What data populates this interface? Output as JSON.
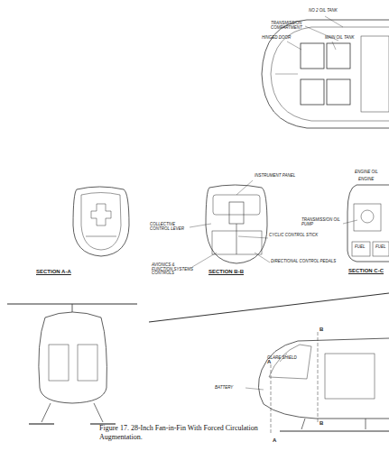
{
  "diagram": {
    "caption": "Figure 17.  28-Inch Fan-in-Fin With Forced Circulation Augmentation.",
    "labels": [
      "NO 2 OIL TANK",
      "TRANSMISSION COMPARTMENT",
      "HINGED DOOR",
      "MAIN OIL TANK",
      "ENGINE OIL",
      "ENGINE",
      "INSTRUMENT PANEL",
      "COLLECTIVE CONTROL LEVER",
      "CYCLIC CONTROL STICK",
      "AVIONICS & FUNCTION SYSTEMS CONTROLS",
      "DIRECTIONAL CONTROL PEDALS",
      "TRANSMISSION OIL PUMP",
      "FUEL",
      "FUEL",
      "SECTION A-A",
      "SECTION B-B",
      "SECTION C-C",
      "GLARE SHIELD",
      "A",
      "A",
      "B",
      "B",
      "BATTERY"
    ]
  }
}
